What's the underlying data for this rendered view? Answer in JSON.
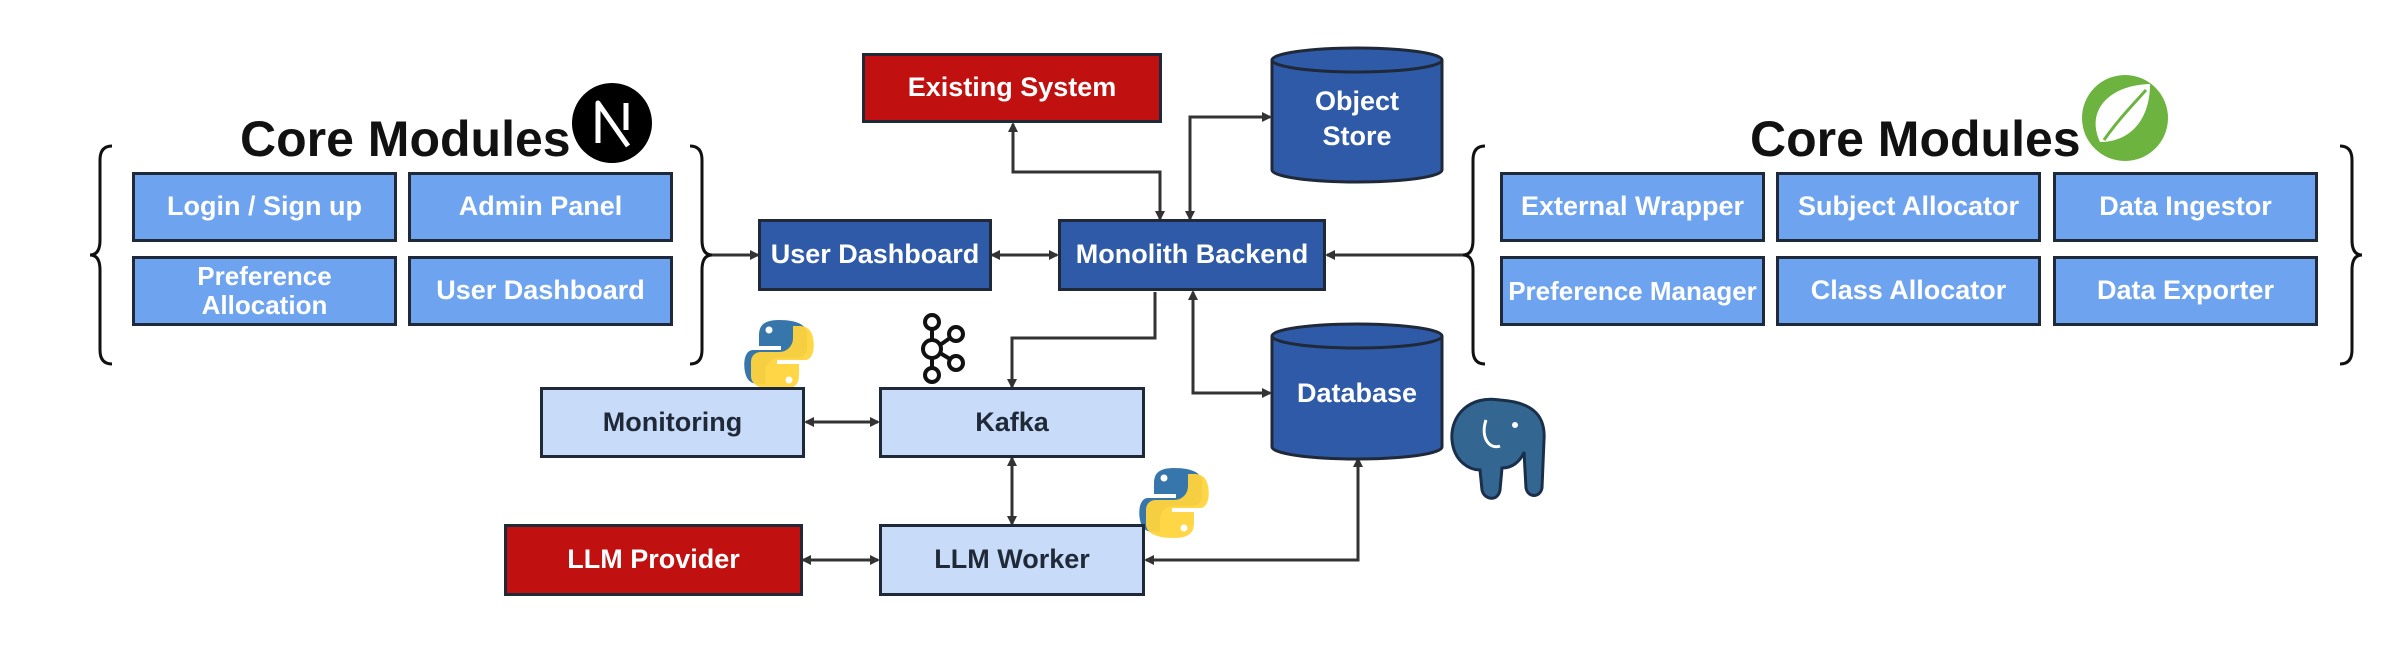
{
  "left_group": {
    "title": "Core Modules",
    "modules": [
      "Login / Sign up",
      "Admin Panel",
      "Preference Allocation",
      "User Dashboard"
    ],
    "logo_icon": "nextjs-logo-icon"
  },
  "right_group": {
    "title": "Core Modules",
    "modules": [
      "External Wrapper",
      "Subject Allocator",
      "Data Ingestor",
      "Preference Manager",
      "Class Allocator",
      "Data Exporter"
    ],
    "logo_icon": "spring-logo-icon"
  },
  "nodes": {
    "existing_system": "Existing System",
    "object_store": "Object Store",
    "user_dashboard": "User Dashboard",
    "monolith_backend": "Monolith Backend",
    "database": "Database",
    "monitoring": "Monitoring",
    "kafka": "Kafka",
    "llm_provider": "LLM Provider",
    "llm_worker": "LLM Worker"
  },
  "icons": [
    "python-icon",
    "kafka-icon",
    "postgresql-icon"
  ],
  "colors": {
    "module_blue": "#6ea3ef",
    "service_dark_blue": "#2f5aa8",
    "service_light_blue": "#c8dcfa",
    "external_red": "#c01010",
    "outline": "#1f2937",
    "arrow": "#333333"
  }
}
